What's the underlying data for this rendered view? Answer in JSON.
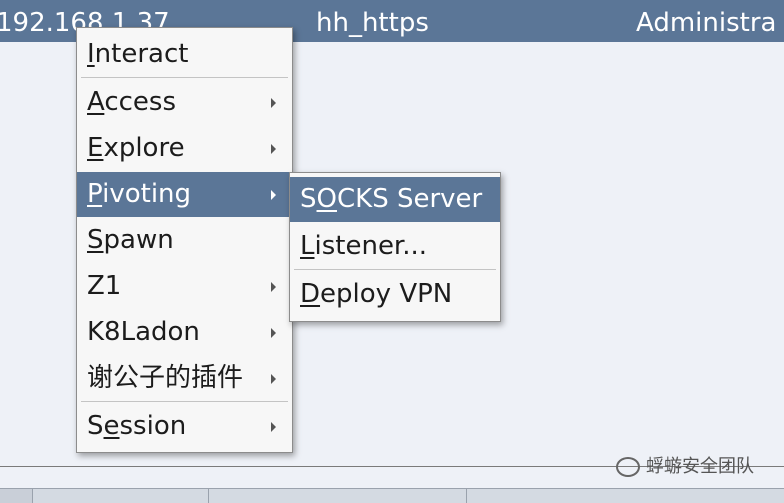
{
  "header": {
    "host": "192.168.1.37",
    "listener": "hh_https",
    "user": "Administra"
  },
  "context_menu": {
    "items": [
      {
        "mnemonic": "I",
        "rest": "nteract",
        "has_submenu": false
      },
      {
        "mnemonic": "A",
        "rest": "ccess",
        "has_submenu": true
      },
      {
        "mnemonic": "E",
        "rest": "xplore",
        "has_submenu": true
      },
      {
        "mnemonic": "P",
        "rest": "ivoting",
        "has_submenu": true,
        "active": true
      },
      {
        "mnemonic": "S",
        "rest": "pawn",
        "has_submenu": false
      },
      {
        "label": "Z1",
        "has_submenu": true
      },
      {
        "label": "K8Ladon",
        "has_submenu": true
      },
      {
        "label": "谢公子的插件",
        "has_submenu": true
      },
      {
        "pre": "S",
        "mnemonic": "e",
        "rest": "ssion",
        "has_submenu": true
      }
    ]
  },
  "pivoting_submenu": {
    "items": [
      {
        "pre": "S",
        "mnemonic": "O",
        "rest": "CKS Server",
        "active": true
      },
      {
        "mnemonic": "L",
        "rest": "istener..."
      },
      {
        "mnemonic": "D",
        "rest": "eploy VPN"
      }
    ]
  },
  "watermark": {
    "text": "蜉蝣安全团队"
  },
  "colors": {
    "header_bg": "#5b7697",
    "highlight": "#5b7697",
    "menu_bg": "#f7f7f7",
    "content_bg": "#eef1f7"
  }
}
